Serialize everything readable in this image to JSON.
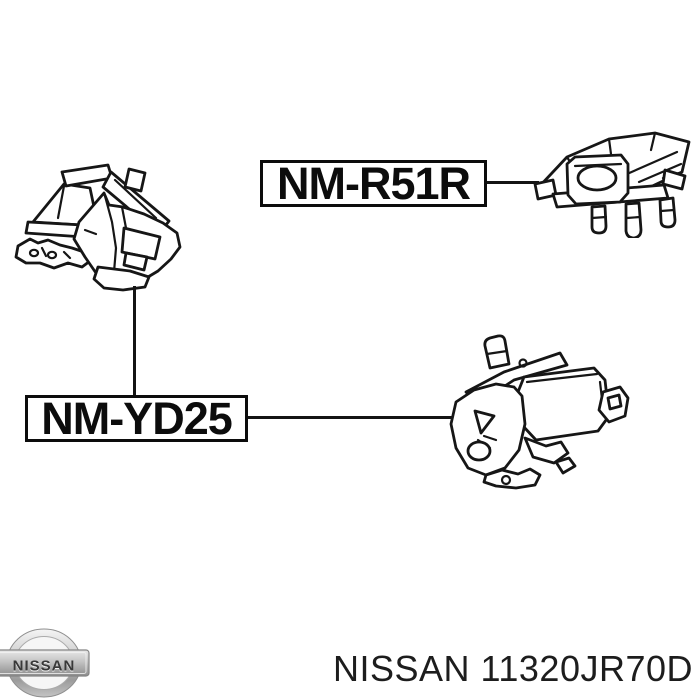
{
  "diagram": {
    "labels": {
      "top": {
        "text": "NM-R51R"
      },
      "bottom": {
        "text": "NM-YD25"
      }
    }
  },
  "branding": {
    "logo_text": "NISSAN",
    "caption": "NISSAN 11320JR70D"
  },
  "colors": {
    "background": "#ffffff",
    "line_art": "#161616",
    "label_border": "#0c0c0c",
    "caption_text": "#1d1d1d",
    "chrome_light": "#f2f2f2",
    "chrome_dark": "#8c8c8c",
    "logo_letters": "#383838"
  }
}
